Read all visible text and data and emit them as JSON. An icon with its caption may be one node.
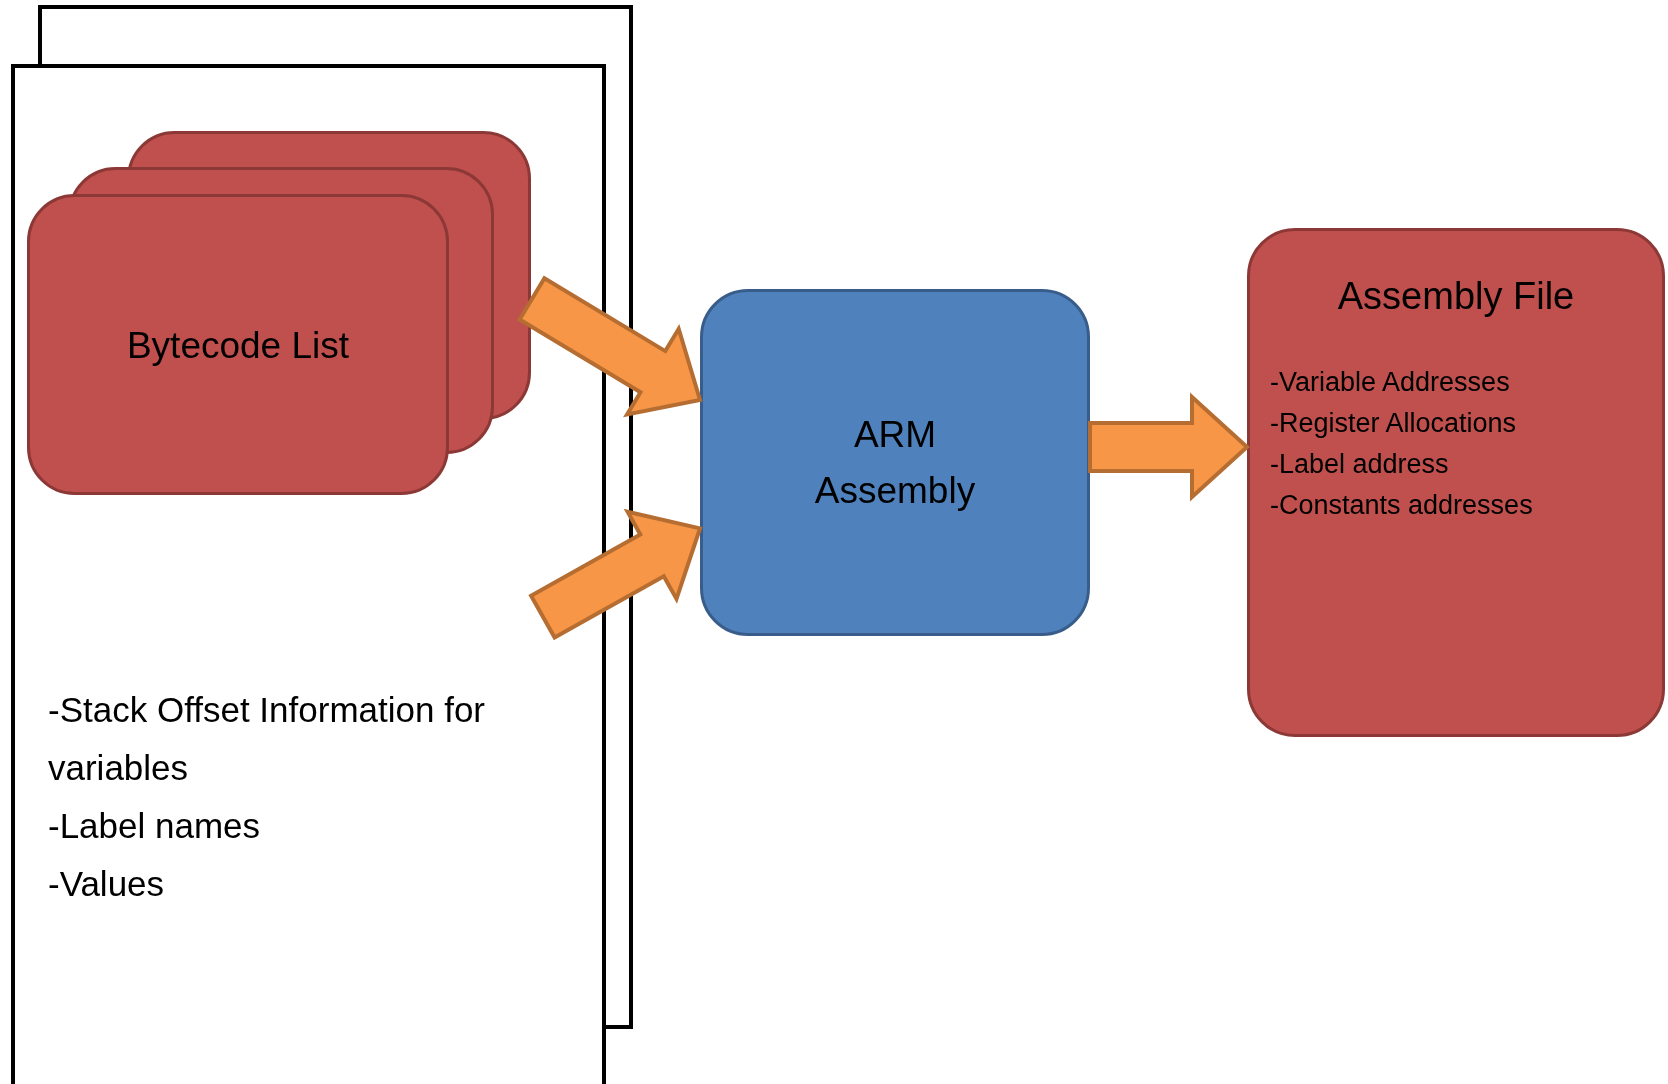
{
  "diagram": {
    "nodes": [
      {
        "text": [
          "-Stack Offset Information for variables",
          "-Label names",
          "-Values"
        ]
      },
      {
        "text": [
          "Bytecode List"
        ],
        "in": 0
      },
      {
        "text": [
          "ARM Assembly"
        ]
      },
      {
        "text": [
          "Assembly File",
          "-Variable Addresses",
          "-Register Allocations",
          "-Label address",
          "-Constants addresses"
        ]
      }
    ],
    "edges": [
      {
        "from": 1,
        "to": 2,
        "arrow": "to"
      },
      {
        "from": 0,
        "to": 2,
        "arrow": "to"
      },
      {
        "from": 2,
        "to": 3,
        "arrow": "to"
      }
    ]
  }
}
